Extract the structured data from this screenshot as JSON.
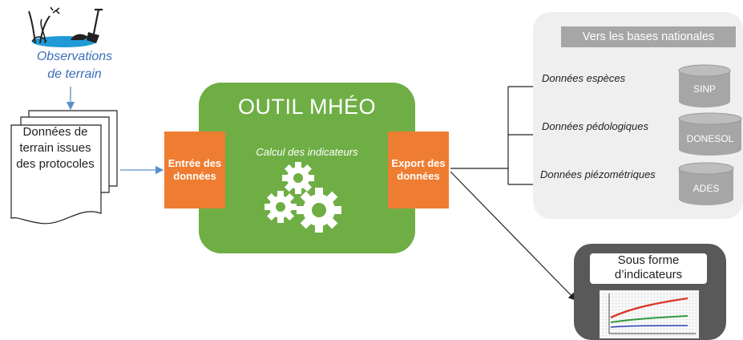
{
  "observations": {
    "line1": "Observations",
    "line2": "de terrain"
  },
  "documents": {
    "text": "Données de terrain issues des protocoles"
  },
  "tool": {
    "title": "OUTIL MHÉO",
    "subtitle": "Calcul des indicateurs",
    "input_label": "Entrée des données",
    "output_label": "Export des données"
  },
  "national": {
    "title": "Vers les bases nationales",
    "flows": [
      {
        "label": "Données espèces",
        "db": "SINP"
      },
      {
        "label": "Données pédologiques",
        "db": "DONESOL"
      },
      {
        "label": "Données piézométriques",
        "db": "ADES"
      }
    ]
  },
  "indicators": {
    "title": "Sous forme d’indicateurs"
  },
  "colors": {
    "green": "#6fae45",
    "orange": "#ee7d31",
    "grey_db": "#a6a6a6",
    "blue_text": "#3b6fb6",
    "dark_frame": "#595959"
  }
}
